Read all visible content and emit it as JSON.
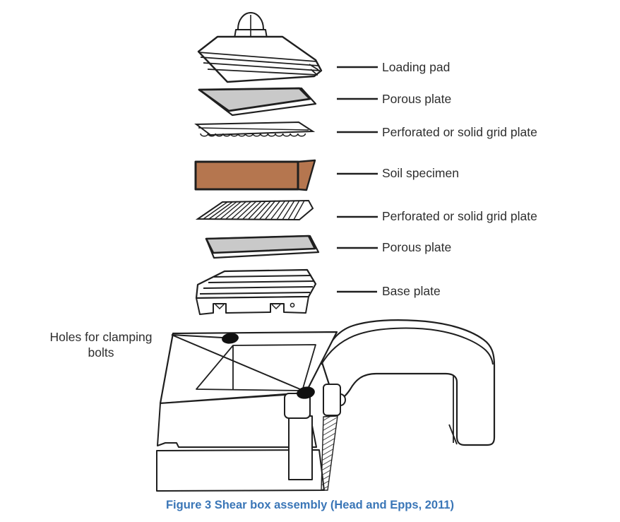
{
  "figure": {
    "caption": "Figure 3 Shear box assembly (Head and Epps, 2011)",
    "caption_color": "#3a76b7"
  },
  "diagram": {
    "labels": [
      {
        "id": "loading-pad",
        "text": "Loading pad"
      },
      {
        "id": "porous-plate-top",
        "text": "Porous plate"
      },
      {
        "id": "grid-plate-top",
        "text": "Perforated or solid grid plate"
      },
      {
        "id": "soil-specimen",
        "text": "Soil specimen"
      },
      {
        "id": "grid-plate-bottom",
        "text": "Perforated or solid grid plate"
      },
      {
        "id": "porous-plate-bottom",
        "text": "Porous plate"
      },
      {
        "id": "base-plate",
        "text": "Base plate"
      }
    ],
    "annotation": {
      "text": "Holes for clamping bolts"
    },
    "colors": {
      "soil": "#b5764f",
      "porous_plate": "#c9c9c9",
      "outline": "#1f1f1f",
      "hole": "#101010"
    }
  }
}
